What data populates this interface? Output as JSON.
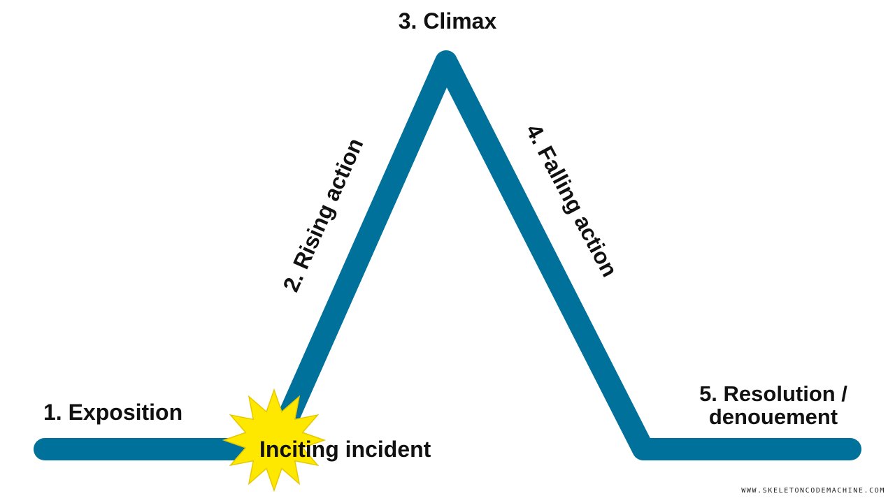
{
  "diagram": {
    "line_color": "#00719A",
    "burst_fill": "#FFE800",
    "burst_stroke": "#E6C800",
    "stages": {
      "exposition": "1. Exposition",
      "rising": "2. Rising action",
      "climax": "3. Climax",
      "falling": "4. Falling action",
      "resolution_line1": "5. Resolution /",
      "resolution_line2": "denouement"
    },
    "inciting_incident": "Inciting incident",
    "credit": "WWW.SKELETONCODEMACHINE.COM"
  }
}
